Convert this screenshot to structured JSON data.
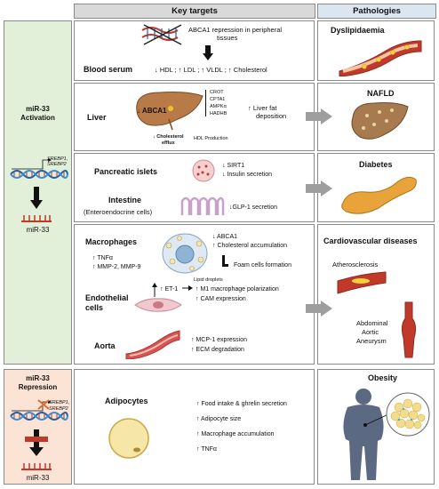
{
  "headers": {
    "key_targets": "Key targets",
    "pathologies": "Pathologies"
  },
  "left": {
    "activation_title": [
      "miR-33",
      "Activation"
    ],
    "repression_title": [
      "miR-33",
      "Repression"
    ],
    "genes": [
      "SREBP1,",
      "SREBP2"
    ],
    "mir": "miR-33"
  },
  "blood": {
    "abca1_text": [
      "ABCA1 repression in peripheral",
      "tissues"
    ],
    "label": "Blood serum",
    "effects": "↓ HDL ; ↑ LDL ; ↑ VLDL ; ↑ Cholesterol"
  },
  "liver": {
    "label": "Liver",
    "abca1": "↓ ABCA1",
    "genes": [
      "CROT",
      "CPTA1",
      "AMPKα",
      "HADHB"
    ],
    "fat": [
      "↑ Liver fat",
      "deposition"
    ],
    "efflux": [
      "↓ Cholesterol",
      "efflux"
    ],
    "hdl": "HDL Production"
  },
  "pancreas": {
    "label": "Pancreatic islets",
    "effects": [
      "↓ SIRT1",
      "↓ Insulin secretion"
    ]
  },
  "intestine": {
    "label": "Intestine",
    "sub": "(Enteroendocrine cells)",
    "effects": "↓GLP-1 secretion"
  },
  "macrophages": {
    "label": "Macrophages",
    "left_effects": [
      "↑ TNFα",
      "↑ MMP-2, MMP-9"
    ],
    "effects": [
      "↓ ABCA1",
      "↑ Cholesterol accumulation"
    ],
    "foam": "Foam cells formation",
    "lipid": "Lipid droplets"
  },
  "endothelial": {
    "label": [
      "Endothelial",
      "cells"
    ],
    "et1": "↑ ET-1",
    "effects": [
      "↑ M1 macrophage polarization",
      "↑ CAM expression"
    ]
  },
  "aorta": {
    "label": "Aorta",
    "effects": [
      "↑ MCP-1 expression",
      "↑ ECM degradation"
    ]
  },
  "adipocytes": {
    "label": "Adipocytes",
    "effects": [
      "↑ Food intake & ghrelin secretion",
      "↑ Adipocyte size",
      "↑ Macrophage accumulation",
      "↑ TNFα"
    ]
  },
  "pathologies": {
    "dyslipidaemia": "Dyslipidaemia",
    "nafld": "NAFLD",
    "diabetes": "Diabetes",
    "cvd": "Cardiovascular diseases",
    "atherosclerosis": "Atherosclerosis",
    "aneurysm": [
      "Abdominal",
      "Aortic",
      "Aneurysm"
    ],
    "obesity": "Obesity"
  },
  "colors": {
    "activation_bg": "#e2efd9",
    "repression_bg": "#fbe4d5",
    "vessel": "#c0392b",
    "liver": "#9c6b3c",
    "pancreas": "#e8a33a",
    "arrow": "#9e9e9e"
  }
}
